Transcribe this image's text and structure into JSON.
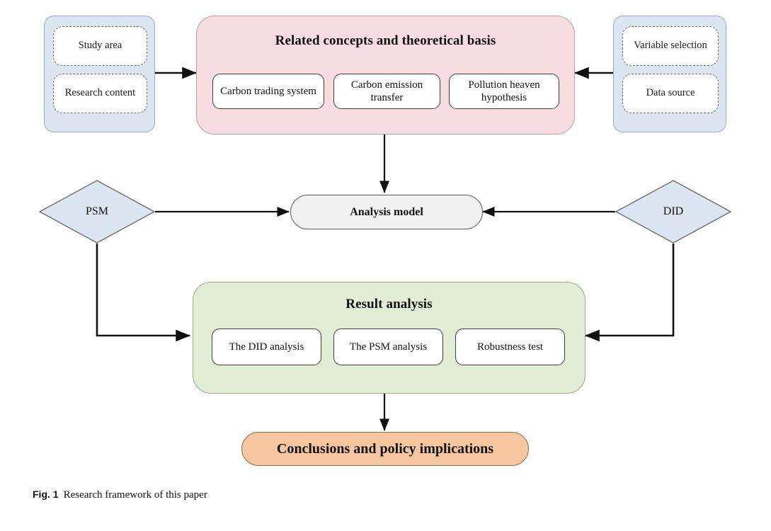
{
  "figure": {
    "caption_label": "Fig. 1",
    "caption_text": "Research framework of this paper",
    "type": "flowchart",
    "title": "Research framework of this paper"
  },
  "colors": {
    "panel_blue": "#dce6f2",
    "panel_pink": "#f7dde1",
    "panel_green": "#e2edd5",
    "node_gray": "#f1f1f1",
    "node_orange": "#f5c6a0",
    "diamond_blue": "#dce6f2",
    "box_white": "#ffffff",
    "stroke_dark": "#1a1a1a",
    "background": "#ffffff"
  },
  "left_panel": {
    "name": "inputs-panel-left",
    "items": [
      {
        "label": "Study area"
      },
      {
        "label": "Research content"
      }
    ]
  },
  "right_panel": {
    "name": "inputs-panel-right",
    "items": [
      {
        "label": "Variable selection"
      },
      {
        "label": "Data source"
      }
    ]
  },
  "concepts_panel": {
    "title": "Related concepts and theoretical basis",
    "items": [
      {
        "label": "Carbon trading system"
      },
      {
        "label": "Carbon emission transfer"
      },
      {
        "label": "Pollution heaven hypothesis"
      }
    ]
  },
  "methods": {
    "left_diamond": "PSM",
    "right_diamond": "DID",
    "model_node": "Analysis model"
  },
  "results_panel": {
    "title": "Result analysis",
    "items": [
      {
        "label": "The DID analysis"
      },
      {
        "label": "The PSM analysis"
      },
      {
        "label": "Robustness test"
      }
    ]
  },
  "conclusion": {
    "label": "Conclusions and policy implications"
  },
  "connections": [
    {
      "from": "left_panel",
      "to": "concepts_panel",
      "style": "arrow-right"
    },
    {
      "from": "right_panel",
      "to": "concepts_panel",
      "style": "arrow-left"
    },
    {
      "from": "concepts_panel",
      "to": "model_node",
      "style": "arrow-down"
    },
    {
      "from": "left_diamond",
      "to": "model_node",
      "style": "arrow-right"
    },
    {
      "from": "right_diamond",
      "to": "model_node",
      "style": "arrow-left"
    },
    {
      "from": "left_diamond",
      "to": "results_panel",
      "style": "elbow-down-right"
    },
    {
      "from": "right_diamond",
      "to": "results_panel",
      "style": "elbow-down-left"
    },
    {
      "from": "results_panel",
      "to": "conclusion",
      "style": "arrow-down"
    }
  ]
}
